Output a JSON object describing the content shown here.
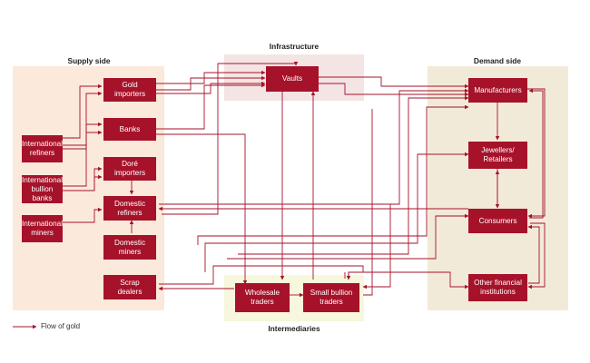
{
  "sections": {
    "supply": "Supply side",
    "infrastructure": "Infrastructure",
    "demand": "Demand side",
    "intermediaries": "Intermediaries"
  },
  "nodes": {
    "gold_importers": "Gold\nimporters",
    "banks": "Banks",
    "dore_importers": "Doré\nimporters",
    "domestic_refiners": "Domestic\nrefiners",
    "domestic_miners": "Domestic\nminers",
    "scrap_dealers": "Scrap\ndealers",
    "international_refiners": "International\nrefiners",
    "international_bullion_banks": "International\nbullion banks",
    "international_miners": "International\nminers",
    "vaults": "Vaults",
    "manufacturers": "Manufacturers",
    "jewellers_retailers": "Jewellers/\nRetailers",
    "consumers": "Consumers",
    "other_financial_institutions": "Other financial\ninstitutions",
    "wholesale_traders": "Wholesale\ntraders",
    "small_bullion_traders": "Small bullion\ntraders"
  },
  "legend": {
    "flow_label": "Flow of gold"
  },
  "colors": {
    "node": "#a5122a",
    "arrow": "#a5122a",
    "supply_bg": "#fbe9dc",
    "infrastructure_bg": "#f4e4e4",
    "demand_bg": "#f2ead8",
    "intermediaries_bg": "#f6f7dc"
  }
}
